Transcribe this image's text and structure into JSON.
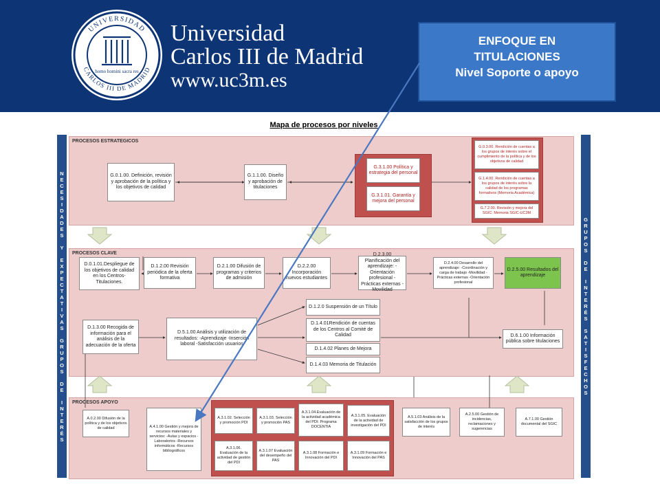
{
  "header": {
    "university_line1": "Universidad",
    "university_line2": "Carlos III de Madrid",
    "website": "www.uc3m.es",
    "seal_text_top": "UNIVERSIDAD",
    "seal_text_bottom": "CARLOS III DE MADRID",
    "seal_motto": "homo homini sacra res"
  },
  "callout": {
    "line1": "ENFOQUE EN",
    "line2": "TITULACIONES",
    "line3": "Nivel Soporte o apoyo"
  },
  "diagram": {
    "title": "Mapa de procesos por niveles",
    "left_sidebar": [
      "N",
      "E",
      "C",
      "E",
      "S",
      "I",
      "D",
      "A",
      "D",
      "E",
      "S",
      "",
      "Y",
      "",
      "E",
      "X",
      "P",
      "E",
      "C",
      "T",
      "A",
      "T",
      "I",
      "V",
      "A",
      "S",
      "",
      "G",
      "R",
      "U",
      "P",
      "O",
      "S",
      "",
      "D",
      "E",
      "",
      "I",
      "N",
      "T",
      "E",
      "R",
      "É",
      "S"
    ],
    "right_sidebar": [
      "G",
      "R",
      "U",
      "P",
      "O",
      "S",
      "",
      "D",
      "E",
      "",
      "I",
      "N",
      "T",
      "E",
      "R",
      "É",
      "S",
      "",
      "S",
      "A",
      "T",
      "I",
      "S",
      "F",
      "E",
      "C",
      "H",
      "O",
      "S"
    ],
    "sections": {
      "strategic": "PROCESOS ESTRATEGICOS",
      "key": "PROCESOS CLAVE",
      "support": "PROCESOS APOYO"
    },
    "strategic_boxes": {
      "g01": "G.0.1.00. Definición, revisión y aprobación de la política y los objetivos de calidad",
      "g11": "G.1.1.00. Diseño y aprobación de titulaciones",
      "g31": "G.3.1.00 Política y estrategia del personal",
      "g311": "G.3.1.01. Garantía y mejora del personal",
      "g03": "G.0.3.00. Rendición de cuentas a los grupos de interés sobre el cumplimiento de la política y de los objetivos de calidad",
      "g14": "G.1.4.00. Rendición de cuentas a los grupos de interés sobre la calidad de los programas formativos (Memoria Académica)",
      "g72": "G.7.2.00. Revisión y mejora del SGIC: Memoria SGIC-UC3M"
    },
    "key_boxes": {
      "d01": "D.0.1.01.Despliegue de los objetivos de calidad en los Centros-Titulaciones.",
      "d12": "D.1.2.00 Revisión periódica de la oferta formativa",
      "d21": "D.2.1.00 Difusión de programas y criterios de admisión",
      "d22": "D.2.2.00 Incorporación nuevos estudiantes",
      "d23": "D.2.3.00 Planificación del aprendizaje: -Orientación profesional -Prácticas externas -Movilidad",
      "d24": "D.2.4.00 Desarrollo del aprendizaje: -Coordinación y carga de trabajo -Movilidad -Prácticas externas -Orientación profesional",
      "d25": "D.2.5.00 Resultados del aprendizaje",
      "d120": "D.1.2.0 Suspensión de un Título",
      "d1401": "D.1.4.01Rendición de cuentas de los Centros al Comité de Calidad",
      "d1402": "D.1.4.02 Planes de Mejora",
      "d1403": "D.1.4.03 Memoria de Titulación",
      "d13": "D.1.3.00 Recogida de información para el análisis de la adecuación de la oferta",
      "d51": "D.5.1.00 Análisis y utilización de resultados: -Aprendizaje -Inserción laboral -Satisfacción usuarios",
      "d61": "D.6.1.00 Información pública sobre titulaciones"
    },
    "support_boxes": {
      "a02": "A.0.2.00 Difusión de la política y de los objetivos de calidad",
      "a41": "A.4.1.00 Gestión y mejora de recursos materiales y servicios: -Aulas y espacios -Laboratorios -Recursos informáticos -Recursos bibliográficos",
      "a3102": "A.3.1.02. Selección y promoción PDI",
      "a3103": "A.3.1.03. Selección y promoción PAS",
      "a3104": "A.3.1.04.Evaluación de la actividad académica del PDI: Programa DOCENTIA",
      "a3105": "A.3.1.05. Evaluación de la actividad de investigación del PDI",
      "a3106": "A.3.1.06. Evaluación de la actividad de gestión del PDI",
      "a3107": "A.3.1.07 Evaluación del desempeño del PAS",
      "a3108": "A.3.1.08 Formación e Innovación del PDI",
      "a3109": "A.3.1.09 Formación e Innovación del PAS",
      "a51": "A.5.1.03 Análisis de la satisfacción de los grupos de interés",
      "a25": "A.2.5.00 Gestión de incidencias, reclamaciones y sugerencias",
      "a71": "A.7.1.00 Gestión documental del SGIC"
    }
  },
  "colors": {
    "header_bg": "#0d3475",
    "callout_bg": "#3c78c8",
    "section_bg": "#efcccc",
    "dark_red": "#c0504d",
    "green": "#7dc44e",
    "sidebar_blue": "#254f8c",
    "pointer_line": "#4a78c0"
  }
}
